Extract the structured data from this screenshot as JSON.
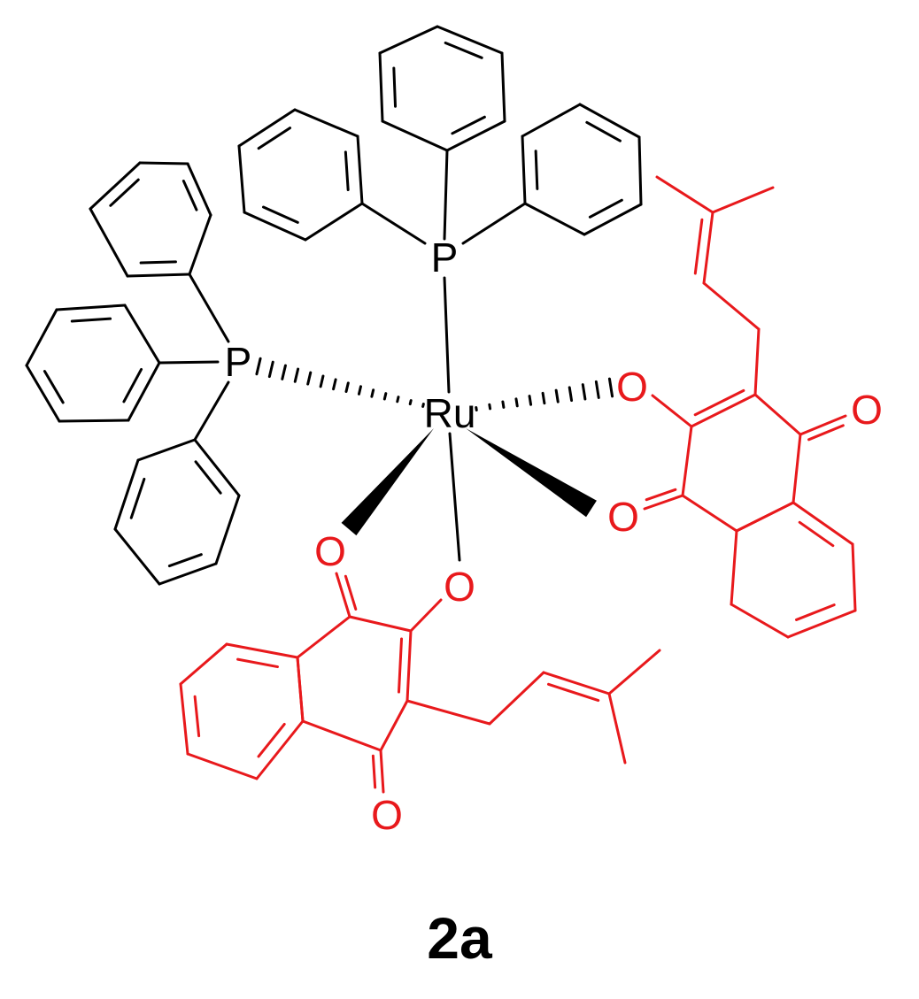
{
  "compound_id": "2a",
  "atoms": {
    "metal": "Ru",
    "phosphorus": "P",
    "oxygen": "O"
  },
  "colors": {
    "phosphine_ligands": "#000000",
    "lapachol_ligands": "#e8191c"
  }
}
